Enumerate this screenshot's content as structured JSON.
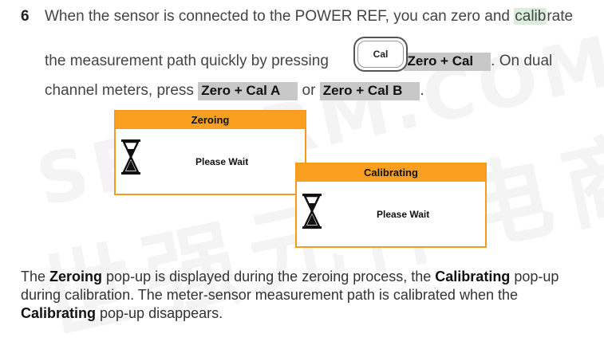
{
  "watermark": {
    "latin": "SEKORM.COM",
    "cjk": "世强元件电商"
  },
  "step": {
    "number": "6",
    "line1": "When the sensor is connected to the POWER REF, you can zero and ",
    "line1_highlight": "calib",
    "line1_end": "rate",
    "line2_start": "the measurement path quickly by pressing",
    "comma": ",",
    "line2_end": ". On dual",
    "line3_start": "channel meters, press",
    "or": "or",
    "period": "."
  },
  "keys": {
    "cal_hardkey": "Cal",
    "zero_cal": "Zero + Cal",
    "zero_cal_a": "Zero + Cal A",
    "zero_cal_b": "Zero + Cal B"
  },
  "popups": {
    "zeroing": {
      "title": "Zeroing",
      "message": "Please Wait",
      "icon": "hourglass-icon"
    },
    "calibrating": {
      "title": "Calibrating",
      "message": "Please Wait",
      "icon": "hourglass-icon"
    }
  },
  "paragraph": {
    "t1": "The ",
    "b1": "Zeroing",
    "t2": " pop-up is displayed during the zeroing process, the ",
    "b2": "Calibrating",
    "t3": " pop-up during calibration. The meter-sensor measurement path is calibrated when the ",
    "b3": "Calibrating",
    "t4": " pop-up disappears."
  },
  "colors": {
    "popup_accent": "#f9a11f",
    "softkey_bg": "#c8c8c8",
    "highlight": "#dbeedb"
  }
}
